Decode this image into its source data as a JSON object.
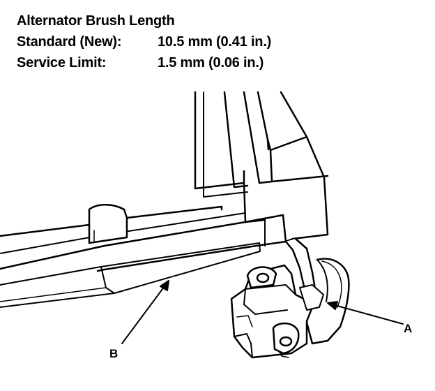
{
  "spec": {
    "title": "Alternator Brush Length",
    "standard_label": "Standard (New):",
    "standard_value": "10.5 mm (0.41 in.)",
    "limit_label": "Service Limit:",
    "limit_value": "1.5 mm (0.06 in.)"
  },
  "callouts": {
    "a": "A",
    "b": "B"
  },
  "icons": {
    "caliper": "vernier-caliper-illustration",
    "brush_holder": "brush-holder-illustration"
  },
  "colors": {
    "ink": "#000000",
    "paper": "#ffffff"
  }
}
